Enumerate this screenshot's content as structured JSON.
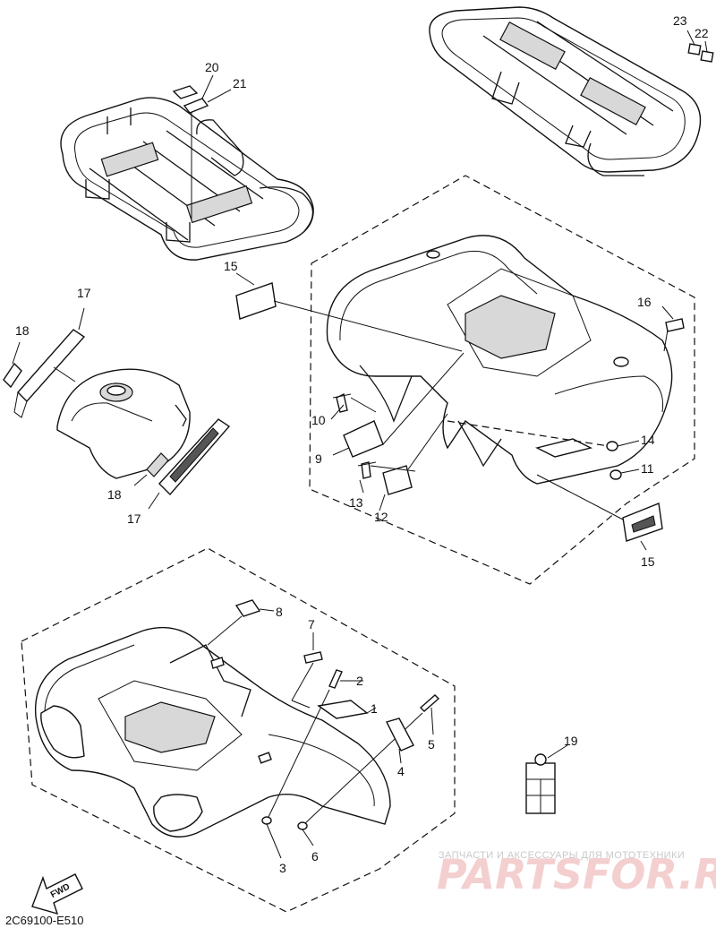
{
  "diagram": {
    "callouts": [
      "20",
      "21",
      "23",
      "22",
      "15",
      "16",
      "17",
      "18",
      "10",
      "9",
      "14",
      "11",
      "13",
      "12",
      "15",
      "18",
      "17",
      "8",
      "7",
      "2",
      "1",
      "5",
      "4",
      "19",
      "3",
      "6"
    ],
    "drawing_code": "2C69100-E510",
    "fwd_label": "FWD"
  },
  "watermark": {
    "tagline": "ЗАПЧАСТИ И АКСЕССУАРЫ ДЛЯ МОТОТЕХНИКИ",
    "brand": "PARTSFOR.RU"
  }
}
